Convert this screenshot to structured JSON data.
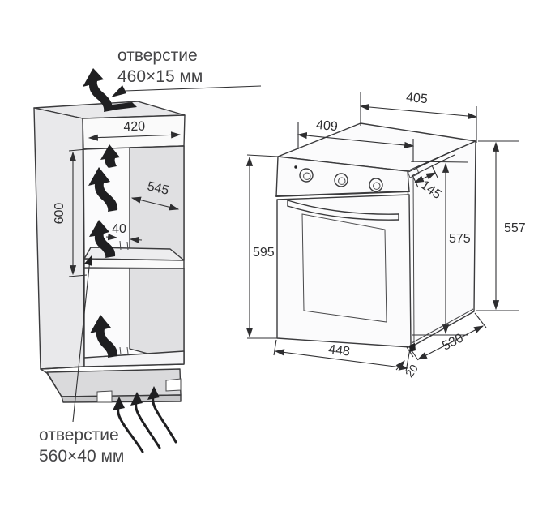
{
  "cabinet": {
    "top_opening_label": {
      "line1": "отверстие",
      "line2": "460×15 мм"
    },
    "bottom_opening_label": {
      "line1": "отверстие",
      "line2": "560×40 мм"
    },
    "dims": {
      "niche_width": "420",
      "niche_height": "600",
      "niche_depth": "545",
      "rear_gap": "40"
    }
  },
  "oven": {
    "dims": {
      "top_width": "405",
      "front_top_width": "409",
      "panel_height": "145",
      "height_front": "595",
      "height_mid": "575",
      "height_rear": "557",
      "front_width": "448",
      "depth": "530",
      "door_offset": "20"
    }
  },
  "colors": {
    "line": "#3b3b3d",
    "face_light": "#e9e9eb",
    "face_mid": "#e0e0e2",
    "arrow_black": "#1f1f21",
    "background": "#ffffff"
  }
}
